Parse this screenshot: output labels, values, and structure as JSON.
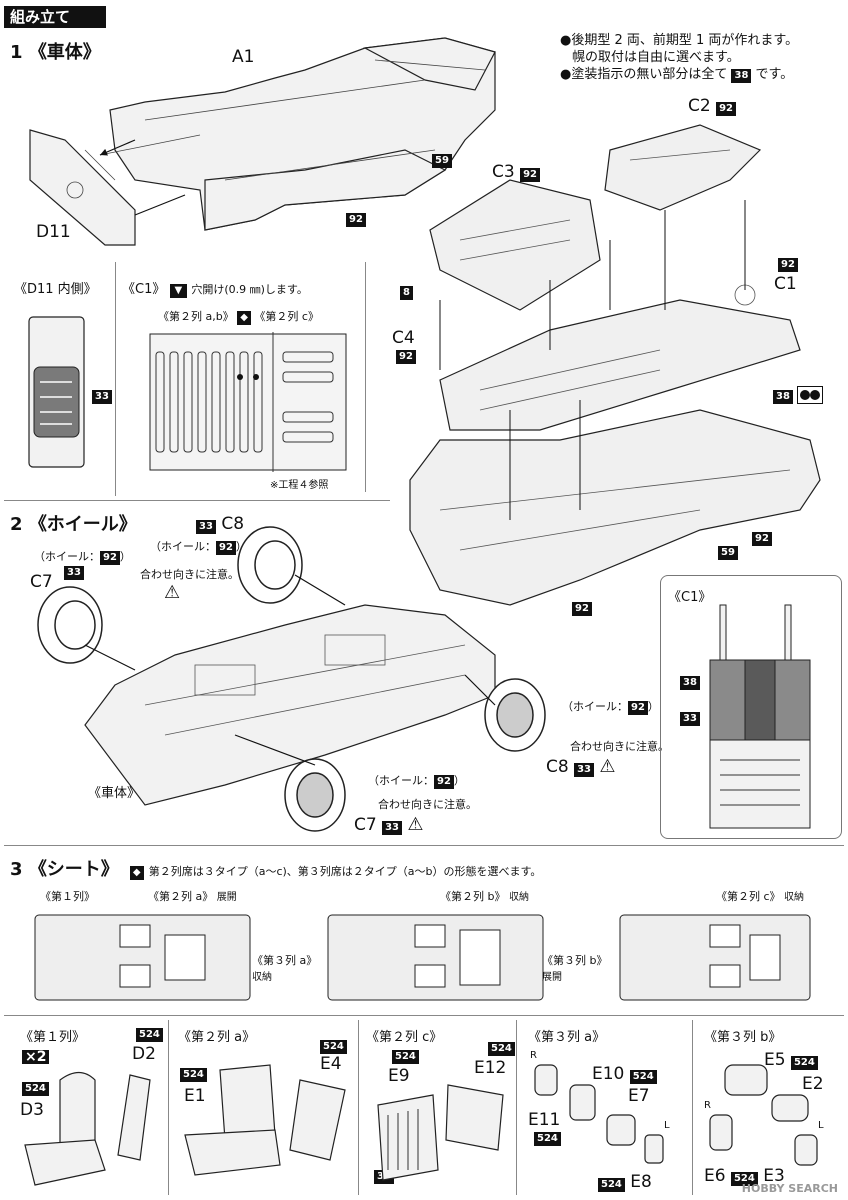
{
  "header": {
    "title": "組み立て"
  },
  "step1": {
    "number": "1",
    "title": "《車体》",
    "notes": [
      "●後期型 2 両、前期型 1 両が作れます。",
      "幌の取付は自由に選べます。",
      "●塗装指示の無い部分は全て",
      "です。"
    ],
    "note_color_code": "38",
    "parts": {
      "a1": "A1",
      "d11": "D11",
      "c3": "C3",
      "c2": "C2",
      "c1": "C1",
      "c4": "C4",
      "c3_code": "92",
      "c2_code": "92",
      "c1_code": "92",
      "c4_code": "92",
      "c4_code_top": "8"
    },
    "codes": [
      "59",
      "92",
      "38",
      "92",
      "59",
      "92"
    ],
    "d11_inner_title": "《D11 内側》",
    "d11_inner_code": "33",
    "c1_title": "《C1》",
    "c1_drill": "穴開け(0.9 ㎜)します。",
    "c1_row2ab": "《第２列 a,b》",
    "c1_row2c": "《第２列 c》",
    "c1_ref": "※工程４参照"
  },
  "step2": {
    "number": "2",
    "title": "《ホイール》",
    "wheel_label": "（ホイール：",
    "wheel_close": "）",
    "wheel_code": "92",
    "tire_code": "33",
    "caution": "合わせ向きに注意。",
    "body_label": "《車体》",
    "c7": "C7",
    "c8": "C8",
    "c1_view_title": "《C1》",
    "c1_view_codes": [
      "38",
      "33"
    ]
  },
  "step3": {
    "number": "3",
    "title": "《シート》",
    "desc": "第２列席は３タイプ（a～c)、第３列席は２タイプ（a～b）の形態を選べます。",
    "views": [
      {
        "row1": "《第１列》",
        "row2": "《第２列 a》",
        "row2_state": "展開",
        "row3": "《第３列 a》",
        "row3_state": "収納"
      },
      {
        "row2": "《第２列 b》",
        "row2_state": "収納",
        "row3": "《第３列 b》",
        "row3_state": "展開"
      },
      {
        "row2": "《第２列 c》",
        "row2_state": "収納"
      }
    ],
    "parts": [
      {
        "title": "《第１列》",
        "qty": "×2",
        "code": "524",
        "labels": [
          "D2",
          "D3"
        ]
      },
      {
        "title": "《第２列 a》",
        "code": "524",
        "labels": [
          "E1",
          "E4"
        ]
      },
      {
        "title": "《第２列 c》",
        "code": "524",
        "labels": [
          "E9",
          "E12"
        ],
        "code2": "38"
      },
      {
        "title": "《第３列 a》",
        "code": "524",
        "labels": [
          "E10",
          "E11",
          "E7",
          "E8"
        ],
        "r": "R",
        "l": "L"
      },
      {
        "title": "《第３列 b》",
        "code": "524",
        "labels": [
          "E5",
          "E2",
          "E6",
          "E3"
        ],
        "r": "R",
        "l": "L"
      }
    ]
  },
  "watermark": "HOBBY SEARCH"
}
